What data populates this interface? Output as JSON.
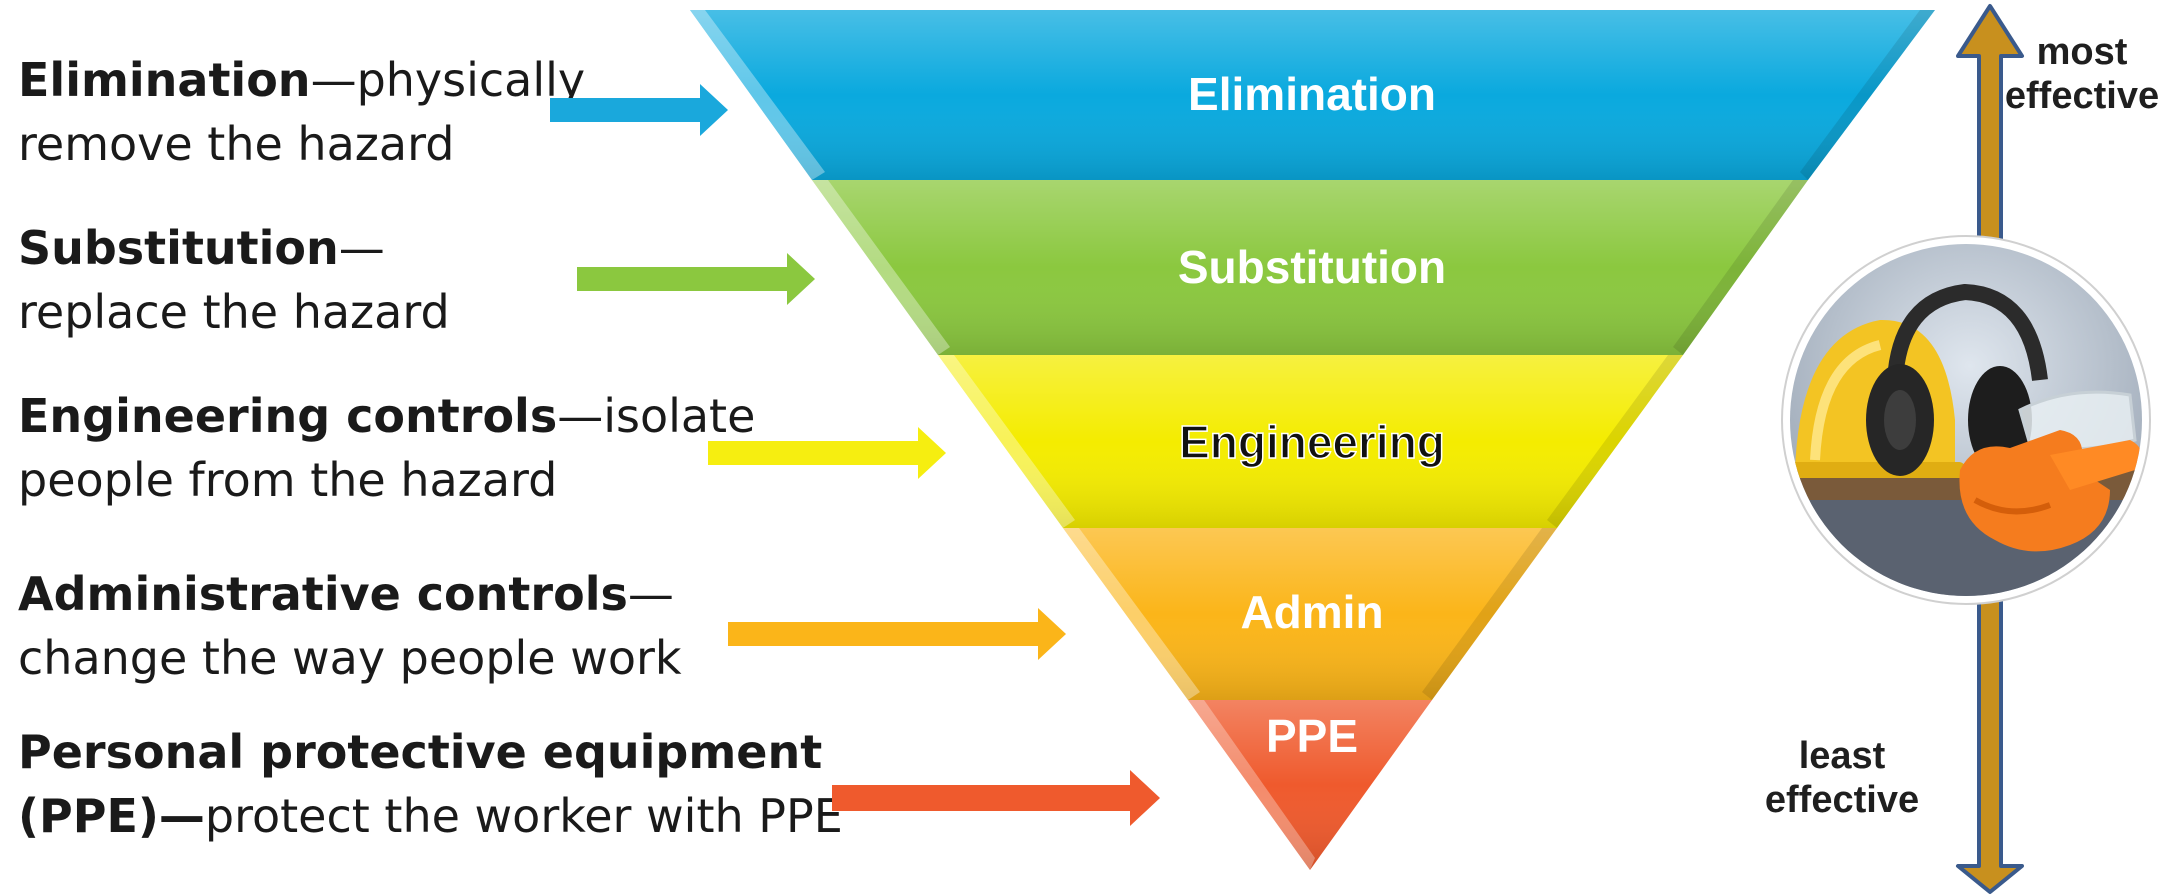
{
  "tiers": [
    {
      "label": "Elimination",
      "color": "#0aa9de",
      "text_color": "#ffffff"
    },
    {
      "label": "Substitution",
      "color": "#8bc83f",
      "text_color": "#ffffff"
    },
    {
      "label": "Engineering",
      "color": "#f4ec00",
      "text_color": "#111111"
    },
    {
      "label": "Admin",
      "color": "#fbb519",
      "text_color": "#ffffff"
    },
    {
      "label": "PPE",
      "color": "#ef5a2d",
      "text_color": "#ffffff"
    }
  ],
  "descriptions": [
    {
      "bold": "Elimination",
      "rest": "—physically",
      "line2": "remove the hazard"
    },
    {
      "bold": "Substitution",
      "rest": "—",
      "line2": "replace the hazard"
    },
    {
      "bold": "Engineering controls",
      "rest": "—isolate",
      "line2": "people from the hazard"
    },
    {
      "bold": "Administrative controls",
      "rest": "—",
      "line2": "change the way people work"
    },
    {
      "bold": "Personal protective equipment",
      "rest": "",
      "line2_bold": "(PPE)—",
      "line2": "protect the worker with PPE"
    }
  ],
  "scale": {
    "top": [
      "most",
      "effective"
    ],
    "bottom": [
      "least",
      "effective"
    ],
    "arrow_color": "#c8901e",
    "outline_color": "#3a5a8c"
  },
  "photo_icon": "safety-gear-photo"
}
